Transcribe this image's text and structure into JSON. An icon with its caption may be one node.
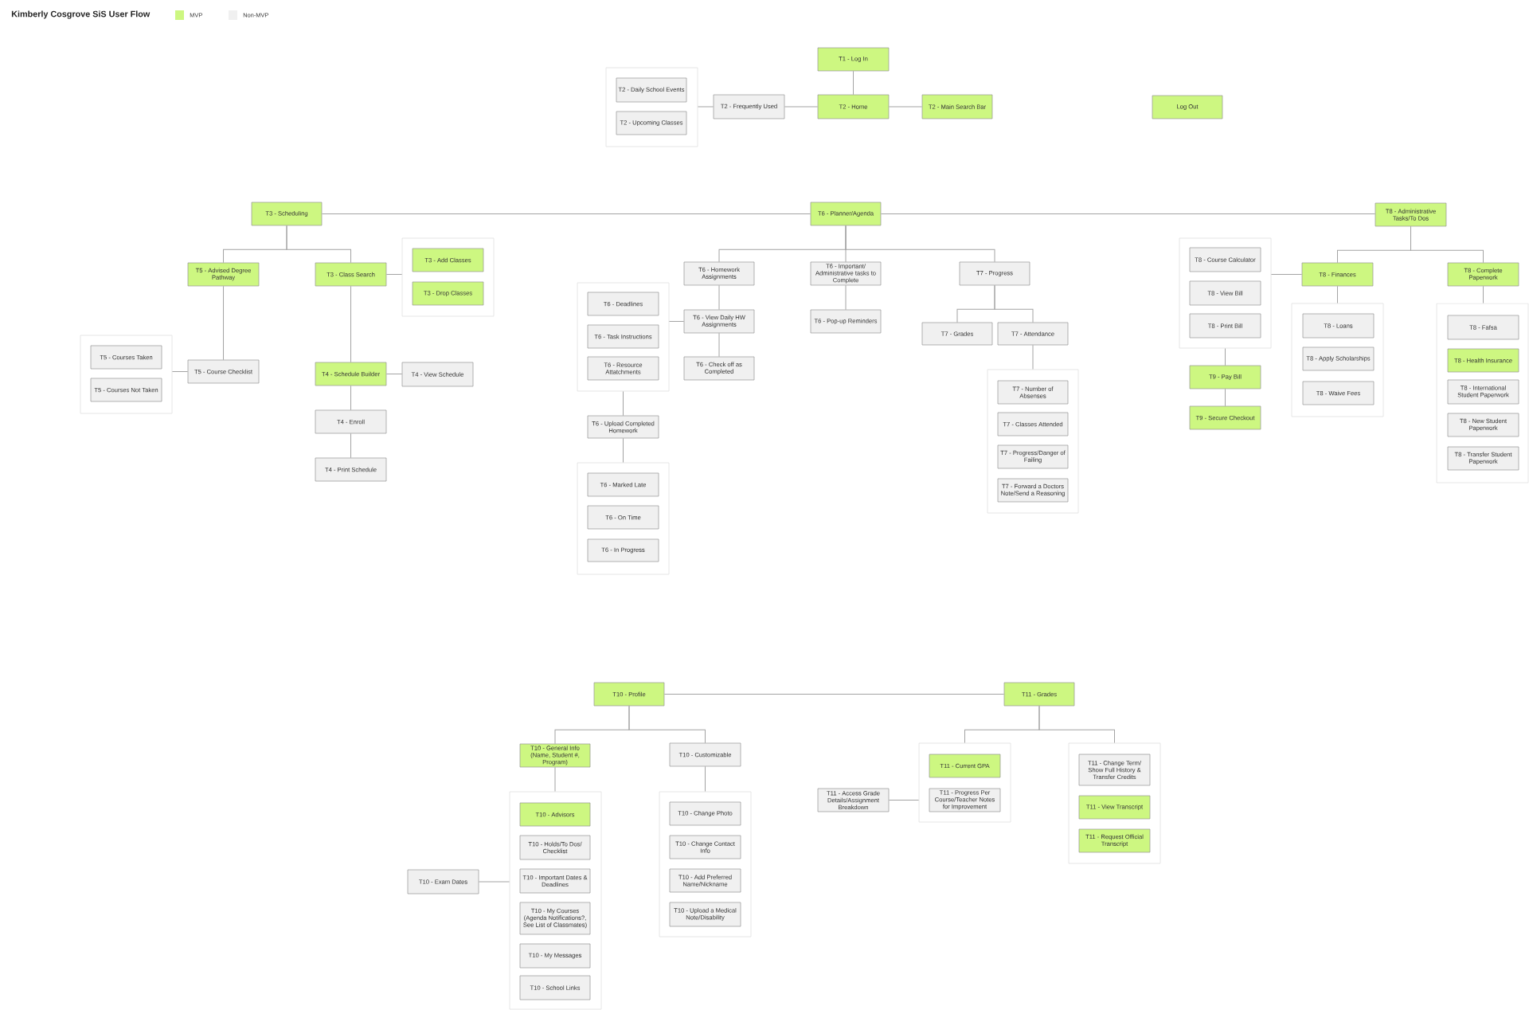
{
  "diagram": {
    "title": "Kimberly Cosgrove SiS User Flow",
    "nodes": [
      {
        "text": [
          "T1 - Log In"
        ]
      },
      {
        "text": [],
        "shape": "box"
      },
      {
        "text": [
          "T2 - Daily School Events"
        ],
        "in": 1
      },
      {
        "text": [
          "T2 - Upcoming Classes"
        ],
        "in": 1
      },
      {
        "text": [
          "T2 - Frequently Used"
        ]
      },
      {
        "text": [
          "T2 - Home"
        ]
      },
      {
        "text": [
          "T2 - Main Search Bar"
        ]
      },
      {
        "text": [
          "Log Out"
        ]
      },
      {
        "text": [
          "T3 - Scheduling"
        ]
      },
      {
        "text": [
          "T6 - Planner/Agenda"
        ]
      },
      {
        "text": [
          "T8 - Administrative Tasks/To Dos"
        ]
      },
      {
        "text": [
          "T5 - Advised Degree Pathway"
        ]
      },
      {
        "text": [
          "T3 - Class Search"
        ]
      },
      {
        "text": [],
        "shape": "box"
      },
      {
        "text": [
          "T3 - Add Classes"
        ],
        "in": 13
      },
      {
        "text": [
          "T3 - Drop Classes"
        ],
        "in": 13
      },
      {
        "text": [
          "T6 - Homework Assignments"
        ]
      },
      {
        "text": [
          "T6 - Important/ Administrative tasks to Complete"
        ]
      },
      {
        "text": [
          "T7 - Progress"
        ]
      },
      {
        "text": [],
        "shape": "box"
      },
      {
        "text": [
          "T8 - Course Calculator"
        ],
        "in": 19
      },
      {
        "text": [
          "T8 - View Bill"
        ],
        "in": 19
      },
      {
        "text": [
          "T8 - Print Bill"
        ],
        "in": 19
      },
      {
        "text": [
          "T8 - Finances"
        ]
      },
      {
        "text": [
          "T8 - Complete Paperwork"
        ]
      },
      {
        "text": [],
        "shape": "box"
      },
      {
        "text": [
          "T6 - Deadlines"
        ],
        "in": 25
      },
      {
        "text": [
          "T6 - Task Instructions"
        ],
        "in": 25
      },
      {
        "text": [
          "T6 - Resource Attatchments"
        ],
        "in": 25
      },
      {
        "text": [
          "T6 - View Daily HW Assignments"
        ]
      },
      {
        "text": [
          "T6 - Check off as Completed"
        ]
      },
      {
        "text": [
          "T6 - Pop-up Reminders"
        ]
      },
      {
        "text": [
          "T7 - Grades"
        ]
      },
      {
        "text": [
          "T7 - Attendance"
        ]
      },
      {
        "text": [],
        "shape": "box"
      },
      {
        "text": [
          "T8 - Loans"
        ],
        "in": 34
      },
      {
        "text": [
          "T8 - Apply Scholarships"
        ],
        "in": 34
      },
      {
        "text": [
          "T8 - Waive Fees"
        ],
        "in": 34
      },
      {
        "text": [],
        "shape": "box"
      },
      {
        "text": [
          "T8 - Fafsa"
        ],
        "in": 38
      },
      {
        "text": [
          "T8 - Health Insurance"
        ],
        "in": 38
      },
      {
        "text": [
          "T8 - International Student Paperwork"
        ],
        "in": 38
      },
      {
        "text": [
          "T8 - New Student Paperwork"
        ],
        "in": 38
      },
      {
        "text": [
          "T8 - Transfer Student Paperwork"
        ],
        "in": 38
      },
      {
        "text": [],
        "shape": "box"
      },
      {
        "text": [
          "T5 - Courses Taken"
        ],
        "in": 44
      },
      {
        "text": [
          "T5 - Courses Not Taken"
        ],
        "in": 44
      },
      {
        "text": [
          "T5 - Course Checklist"
        ]
      },
      {
        "text": [
          "T4 - Schedule Builder"
        ]
      },
      {
        "text": [
          "T4 - View Schedule"
        ]
      },
      {
        "text": [
          "T9 - Pay Bill"
        ]
      },
      {
        "text": [
          "T9 - Secure Checkout"
        ]
      },
      {
        "text": [],
        "shape": "box"
      },
      {
        "text": [
          "T7 - Number of Absenses"
        ],
        "in": 52
      },
      {
        "text": [
          "T7 - Classes Attended"
        ],
        "in": 52
      },
      {
        "text": [
          "T7 - Progress/Danger of Failing"
        ],
        "in": 52
      },
      {
        "text": [
          "T7 - Forward a Doctors Note/Send a Reasoning"
        ],
        "in": 52
      },
      {
        "text": [
          "T4 - Enroll"
        ]
      },
      {
        "text": [
          "T4 - Print Schedule"
        ]
      },
      {
        "text": [
          "T6 - Upload Completed Homework"
        ]
      },
      {
        "text": [],
        "shape": "box"
      },
      {
        "text": [
          "T6 - Marked Late"
        ],
        "in": 60
      },
      {
        "text": [
          "T6 - On Time"
        ],
        "in": 60
      },
      {
        "text": [
          "T6 - In Progress"
        ],
        "in": 60
      },
      {
        "text": [
          "T10 - Profile"
        ]
      },
      {
        "text": [
          "T11 - Grades"
        ]
      },
      {
        "text": [
          "T10 - General Info (Name, Student #, Program)"
        ]
      },
      {
        "text": [
          "T10 - Customizable"
        ]
      },
      {
        "text": [],
        "shape": "box"
      },
      {
        "text": [
          "T11 - Current GPA"
        ],
        "in": 68
      },
      {
        "text": [
          "T11 - Progress Per Course/Teacher Notes for Improvement"
        ],
        "in": 68
      },
      {
        "text": [],
        "shape": "box"
      },
      {
        "text": [
          "T11 - Change Term/ Show Full History & Transfer Credits"
        ],
        "in": 71
      },
      {
        "text": [
          "T11 - View Transcript"
        ],
        "in": 71
      },
      {
        "text": [
          "T11 - Request Official Transcript"
        ],
        "in": 71
      },
      {
        "text": [],
        "shape": "box"
      },
      {
        "text": [
          "T10 - Advisors"
        ],
        "in": 75
      },
      {
        "text": [
          "T10 - Holds/To Dos/ Checklist"
        ],
        "in": 75
      },
      {
        "text": [
          "T10 - Important Dates & Deadlines"
        ],
        "in": 75
      },
      {
        "text": [
          "T10 - My Courses (Agenda Notifications?, See List of Classmates)"
        ],
        "in": 75
      },
      {
        "text": [
          "T10 - My Messages"
        ],
        "in": 75
      },
      {
        "text": [
          "T10 - School Links"
        ],
        "in": 75
      },
      {
        "text": [],
        "shape": "box"
      },
      {
        "text": [
          "T10 - Change Photo"
        ],
        "in": 82
      },
      {
        "text": [
          "T10 - Change Contact Info"
        ],
        "in": 82
      },
      {
        "text": [
          "T10 - Add Preferred Name/Nickname"
        ],
        "in": 82
      },
      {
        "text": [
          "T10 - Upload a Medical Note/Disability"
        ],
        "in": 82
      },
      {
        "text": [
          "T11 - Access Grade Details/Assignment Breakdown"
        ]
      },
      {
        "text": [
          "T10 - Exam Dates"
        ]
      }
    ],
    "edges": [
      {
        "from": 0,
        "to": 5,
        "arrow": "none"
      },
      {
        "from": 5,
        "to": 4,
        "arrow": "none"
      },
      {
        "from": 4,
        "to": 1,
        "arrow": "none"
      },
      {
        "from": 5,
        "to": 6,
        "arrow": "none"
      },
      {
        "from": 9,
        "to": 8,
        "arrow": "none"
      },
      {
        "from": 9,
        "to": 10,
        "arrow": "none"
      },
      {
        "from": 8,
        "to": 11,
        "arrow": "none"
      },
      {
        "from": 8,
        "to": 12,
        "arrow": "none"
      },
      {
        "from": 12,
        "to": 13,
        "arrow": "none"
      },
      {
        "from": 11,
        "to": 47,
        "arrow": "none"
      },
      {
        "from": 47,
        "to": 44,
        "arrow": "none"
      },
      {
        "from": 12,
        "to": 48,
        "arrow": "none"
      },
      {
        "from": 48,
        "to": 49,
        "arrow": "none"
      },
      {
        "from": 48,
        "to": 57,
        "arrow": "none"
      },
      {
        "from": 57,
        "to": 58,
        "arrow": "none"
      },
      {
        "from": 9,
        "to": 16,
        "arrow": "none"
      },
      {
        "from": 9,
        "to": 17,
        "arrow": "none"
      },
      {
        "from": 9,
        "to": 18,
        "arrow": "none"
      },
      {
        "from": 16,
        "to": 29,
        "arrow": "none"
      },
      {
        "from": 29,
        "to": 25,
        "arrow": "none"
      },
      {
        "from": 29,
        "to": 30,
        "arrow": "none"
      },
      {
        "from": 25,
        "to": 59,
        "arrow": "none"
      },
      {
        "from": 59,
        "to": 60,
        "arrow": "none"
      },
      {
        "from": 17,
        "to": 31,
        "arrow": "none"
      },
      {
        "from": 18,
        "to": 32,
        "arrow": "none"
      },
      {
        "from": 18,
        "to": 33,
        "arrow": "none"
      },
      {
        "from": 33,
        "to": 52,
        "arrow": "none"
      },
      {
        "from": 10,
        "to": 23,
        "arrow": "none"
      },
      {
        "from": 10,
        "to": 24,
        "arrow": "none"
      },
      {
        "from": 23,
        "to": 19,
        "arrow": "none"
      },
      {
        "from": 23,
        "to": 34,
        "arrow": "none"
      },
      {
        "from": 24,
        "to": 38,
        "arrow": "none"
      },
      {
        "from": 19,
        "to": 50,
        "arrow": "none"
      },
      {
        "from": 50,
        "to": 51,
        "arrow": "none"
      },
      {
        "from": 64,
        "to": 65,
        "arrow": "none"
      },
      {
        "from": 64,
        "to": 66,
        "arrow": "none"
      },
      {
        "from": 64,
        "to": 67,
        "arrow": "none"
      },
      {
        "from": 66,
        "to": 75,
        "arrow": "none"
      },
      {
        "from": 88,
        "to": 75,
        "arrow": "none"
      },
      {
        "from": 67,
        "to": 82,
        "arrow": "none"
      },
      {
        "from": 65,
        "to": 68,
        "arrow": "none"
      },
      {
        "from": 65,
        "to": 71,
        "arrow": "none"
      },
      {
        "from": 87,
        "to": 68,
        "arrow": "none"
      }
    ],
    "legend": [
      {
        "text": "MVP",
        "color": "#cdf781"
      },
      {
        "text": "Non-MVP",
        "color": "#f0f0f0"
      }
    ]
  }
}
